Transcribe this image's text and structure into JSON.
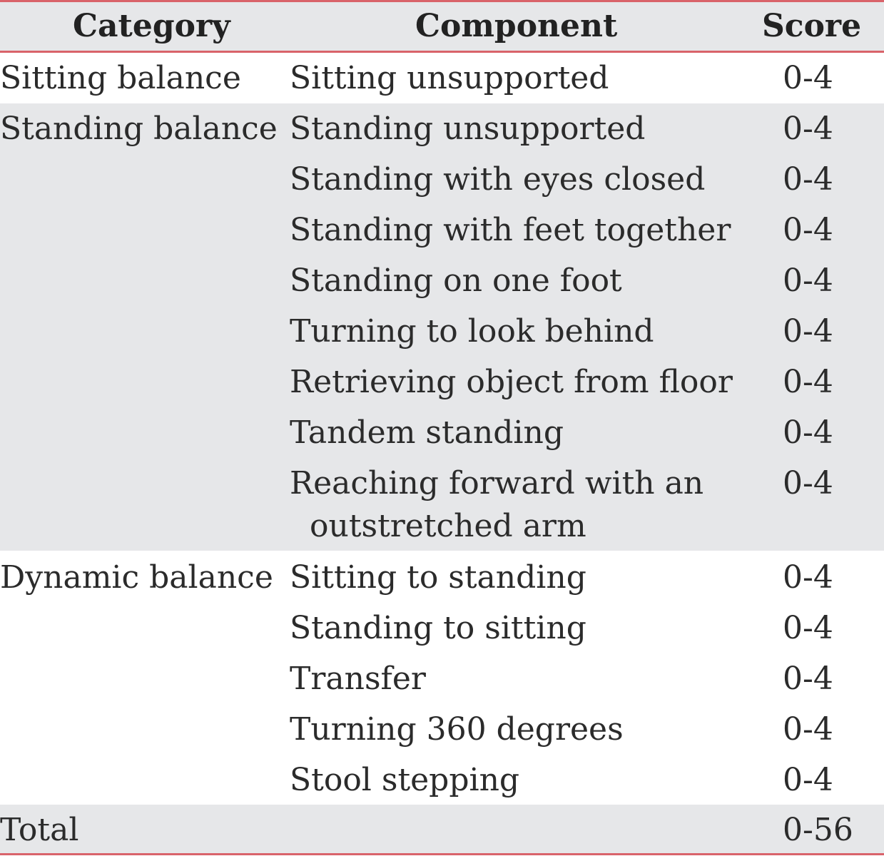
{
  "headers": {
    "category": "Category",
    "component": "Component",
    "score": "Score"
  },
  "groups": [
    {
      "category": "Sitting balance",
      "rows": [
        {
          "component": "Sitting unsupported",
          "score": "0-4"
        }
      ]
    },
    {
      "category": "Standing balance",
      "rows": [
        {
          "component": "Standing unsupported",
          "score": "0-4"
        },
        {
          "component": "Standing with eyes closed",
          "score": "0-4"
        },
        {
          "component": "Standing with feet together",
          "score": "0-4"
        },
        {
          "component": "Standing on one foot",
          "score": "0-4"
        },
        {
          "component": "Turning to look behind",
          "score": "0-4"
        },
        {
          "component": "Retrieving object from floor",
          "score": "0-4"
        },
        {
          "component": "Tandem standing",
          "score": "0-4"
        },
        {
          "component": "Reaching forward with an",
          "component_cont": "outstretched arm",
          "score": "0-4"
        }
      ]
    },
    {
      "category": "Dynamic balance",
      "rows": [
        {
          "component": "Sitting to standing",
          "score": "0-4"
        },
        {
          "component": "Standing to sitting",
          "score": "0-4"
        },
        {
          "component": "Transfer",
          "score": "0-4"
        },
        {
          "component": "Turning 360 degrees",
          "score": "0-4"
        },
        {
          "component": "Stool stepping",
          "score": "0-4"
        }
      ]
    }
  ],
  "total": {
    "label": "Total",
    "score": "0-56"
  },
  "colors": {
    "rule": "#d9636a",
    "band_gray": "#e6e7e9",
    "band_white": "#ffffff",
    "text": "#2b2b2b"
  }
}
